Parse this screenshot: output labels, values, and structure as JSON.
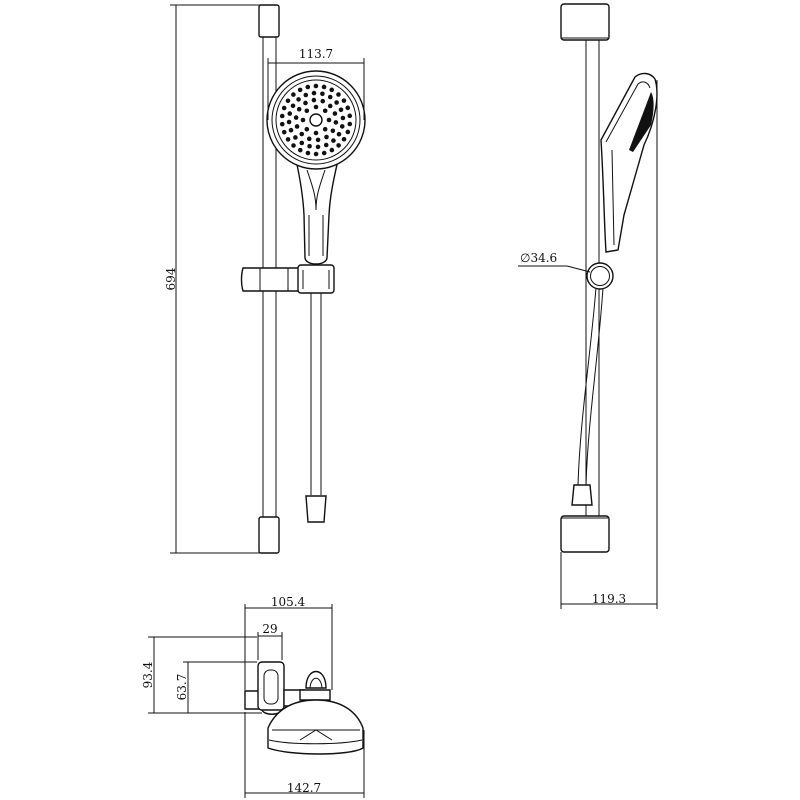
{
  "dimensions": {
    "overall_height": "694",
    "head_width": "113.7",
    "bar_diameter": "∅34.6",
    "side_depth": "119.3",
    "holder_width": "105.4",
    "holder_inner": "29",
    "holder_total_height": "93.4",
    "holder_inner_height": "63.7",
    "holder_depth": "142.7"
  },
  "views": {
    "front": {
      "nozzle_rings": [
        {
          "r": 13,
          "n": 8
        },
        {
          "r": 20,
          "n": 14
        },
        {
          "r": 27,
          "n": 20
        },
        {
          "r": 34,
          "n": 26
        }
      ]
    }
  },
  "colors": {
    "line": "#111111",
    "background": "#ffffff"
  }
}
